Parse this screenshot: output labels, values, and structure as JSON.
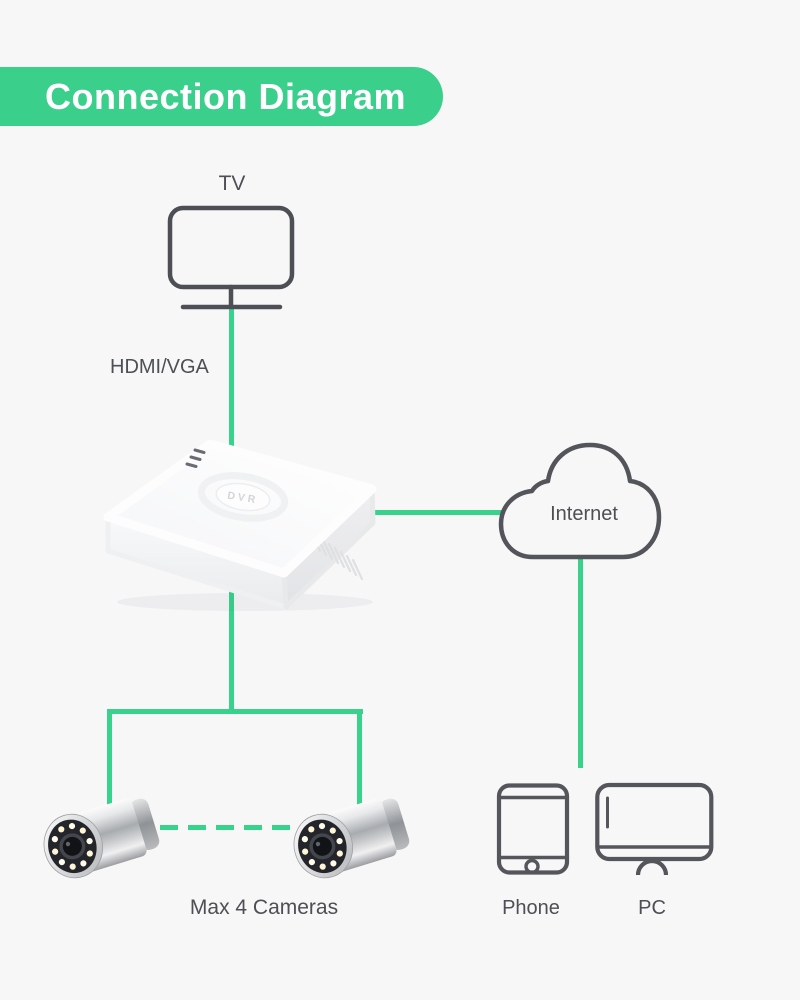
{
  "header": {
    "title": "Connection Diagram",
    "banner_color": "#3BCF8C",
    "title_color": "#FFFFFF"
  },
  "nodes": {
    "tv": {
      "label": "TV"
    },
    "dvr": {
      "label": "DVR",
      "badge": "DVR"
    },
    "internet": {
      "label": "Internet"
    },
    "cameras": {
      "label": "Max 4 Cameras"
    },
    "phone": {
      "label": "Phone"
    },
    "pc": {
      "label": "PC"
    }
  },
  "cables": {
    "tv_to_dvr": {
      "label": "HDMI/VGA"
    }
  },
  "connections": [
    {
      "from": "TV",
      "to": "DVR",
      "via": "HDMI/VGA",
      "style": "solid"
    },
    {
      "from": "DVR",
      "to": "Internet",
      "style": "solid"
    },
    {
      "from": "DVR",
      "to": "Cameras (max 4)",
      "style": "solid"
    },
    {
      "from": "Camera",
      "to": "Camera",
      "style": "dashed"
    },
    {
      "from": "Internet",
      "to": "Phone / PC",
      "style": "solid"
    }
  ],
  "colors": {
    "line_green": "#38D28C",
    "banner_green": "#3BCF8C",
    "icon_stroke": "#53555A",
    "label_text": "#4E4F54",
    "background": "#F7F7F8"
  }
}
